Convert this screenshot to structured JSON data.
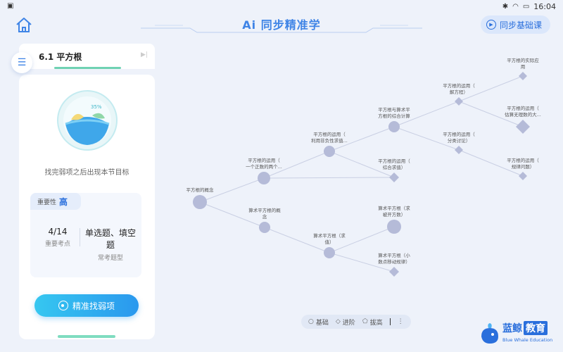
{
  "status": {
    "time": "16:04"
  },
  "header": {
    "title": "Ai 同步精准学",
    "sync_course": "同步基础课"
  },
  "lesson": {
    "title": "6.1 平方根"
  },
  "panel": {
    "subtitle": "找完弱项之后出现本节目标",
    "orb_percent": "35%",
    "importance_label": "重要性",
    "importance_value": "高",
    "stats": [
      {
        "value": "4/14",
        "caption": "重要考点"
      },
      {
        "value": "单选题、填空题",
        "caption": "常考题型"
      }
    ],
    "find_button": "精准找弱项"
  },
  "graph": {
    "nodes": [
      {
        "id": "n0",
        "label1": "平方根的概念",
        "label2": "",
        "shape": "circle"
      },
      {
        "id": "n1",
        "label1": "平方根的运用（",
        "label2": "一个正数的两个...",
        "shape": "circle"
      },
      {
        "id": "n2",
        "label1": "算术平方根的概",
        "label2": "念",
        "shape": "circle"
      },
      {
        "id": "n3",
        "label1": "平方根的运用（",
        "label2": "利用非负性求值...",
        "shape": "circle"
      },
      {
        "id": "n4",
        "label1": "平方根的运用（",
        "label2": "综合求值）",
        "shape": "diamond"
      },
      {
        "id": "n5",
        "label1": "算术平方根（求",
        "label2": "值）",
        "shape": "circle"
      },
      {
        "id": "n6",
        "label1": "平方根与算术平",
        "label2": "方根的综合计算",
        "shape": "circle"
      },
      {
        "id": "n7",
        "label1": "算术平方根（求",
        "label2": "被开方数）",
        "shape": "circle"
      },
      {
        "id": "n8",
        "label1": "算术平方根（小",
        "label2": "数点移动规律）",
        "shape": "diamond"
      },
      {
        "id": "n9",
        "label1": "平方根的运用（",
        "label2": "解方程）",
        "shape": "diamond"
      },
      {
        "id": "n10",
        "label1": "平方根的运用（",
        "label2": "分类讨论）",
        "shape": "diamond"
      },
      {
        "id": "n11",
        "label1": "平方根的实际应",
        "label2": "用",
        "shape": "diamond"
      },
      {
        "id": "n12",
        "label1": "平方根的运用（",
        "label2": "估算无理数的大...",
        "shape": "diamond"
      },
      {
        "id": "n13",
        "label1": "平方根的运用（",
        "label2": "规律问题）",
        "shape": "diamond"
      }
    ]
  },
  "legend": {
    "basic": "基础",
    "advanced": "进阶",
    "high": "拔高"
  },
  "logo": {
    "cn_a": "蓝鲸",
    "cn_b": "教育",
    "en": "Blue Whale Education"
  },
  "colors": {
    "accent": "#2a6fdc",
    "node": "#b5bbd8",
    "edge": "#c9cfe3"
  }
}
